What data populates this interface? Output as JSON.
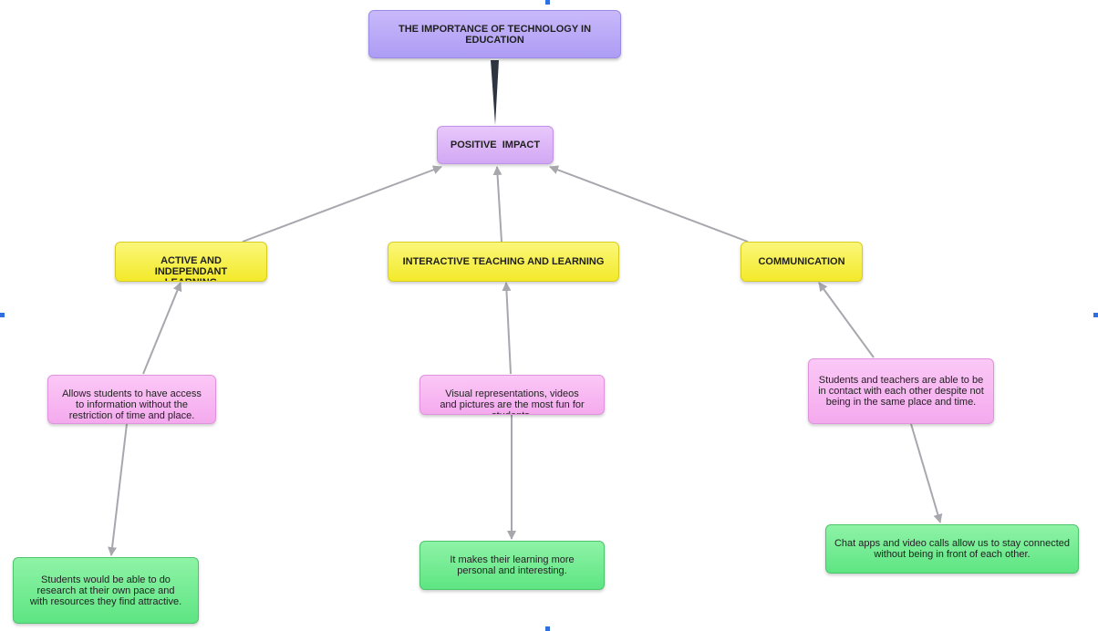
{
  "diagram": {
    "colors": {
      "title": "#b8a7f6",
      "impact": "#dcb4f8",
      "category": "#f7f04a",
      "detail": "#f8b9f2",
      "outcome": "#72ec95",
      "connector": "#a7a7ae",
      "selection": "#2f6fe0"
    },
    "nodes": {
      "title": "THE IMPORTANCE OF TECHNOLOGY IN EDUCATION",
      "impact": "POSITIVE  IMPACT",
      "active": "ACTIVE AND INDEPENDANT LEARNING",
      "interactive": "INTERACTIVE TEACHING AND LEARNING",
      "communication": "COMMUNICATION",
      "active_detail": "Allows students to have access to information without the restriction of time and place.",
      "interactive_detail": "Visual representations, videos and pictures are the most fun for students.",
      "communication_detail": "Students and teachers are able to be in contact with each other despite not being in the same place and time.",
      "active_outcome": "Students would be able to do research at their own pace  and with resources they find attractive.",
      "interactive_outcome": "It makes their learning more personal and interesting.",
      "communication_outcome": "Chat apps and video calls allow us to stay connected without being in front of each other."
    }
  }
}
